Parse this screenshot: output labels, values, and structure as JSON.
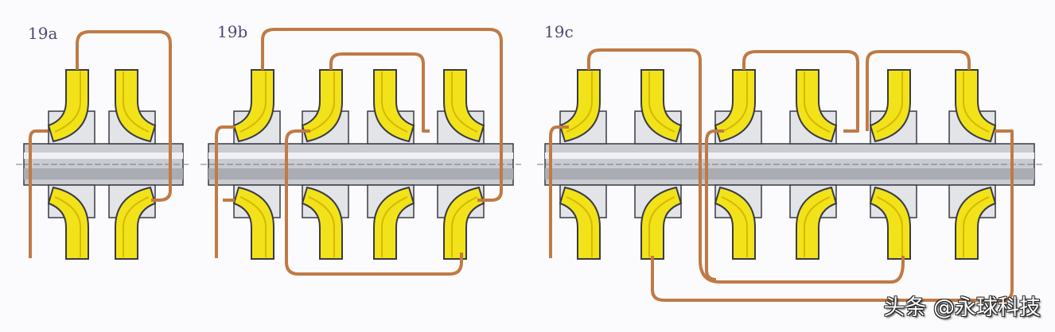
{
  "diagrams": [
    {
      "label": "19a"
    },
    {
      "label": "19b"
    },
    {
      "label": "19c"
    }
  ],
  "watermark": "头条 @永球科技",
  "colors": {
    "pipe": "#c07a45",
    "impeller": "#f2e21a",
    "outline": "#3a3a45",
    "shaft": "#c9cbd0",
    "casing": "#e3e4e8"
  }
}
